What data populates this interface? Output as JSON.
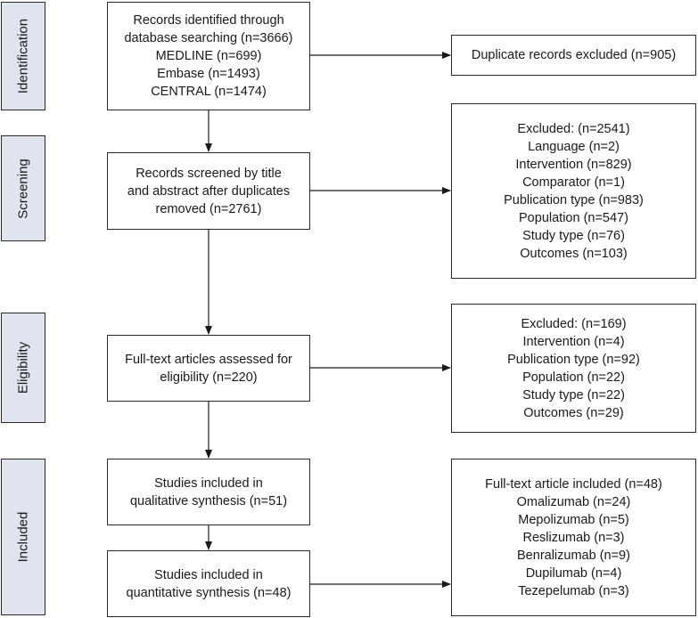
{
  "phases": {
    "identification": "Identification",
    "screening": "Screening",
    "eligibility": "Eligibility",
    "included": "Included"
  },
  "boxes": {
    "identified": [
      "Records identified through",
      "database searching (n=3666)",
      "MEDLINE (n=699)",
      "Embase (n=1493)",
      "CENTRAL (n=1474)"
    ],
    "duplicates": [
      "Duplicate records excluded (n=905)"
    ],
    "screened": [
      "Records screened by title",
      "and abstract after duplicates",
      "removed (n=2761)"
    ],
    "excluded_screen": [
      "Excluded: (n=2541)",
      "Language (n=2)",
      "Intervention (n=829)",
      "Comparator (n=1)",
      "Publication type (n=983)",
      "Population (n=547)",
      "Study type (n=76)",
      "Outcomes (n=103)"
    ],
    "fulltext": [
      "Full-text articles assessed for",
      "eligibility (n=220)"
    ],
    "excluded_full": [
      "Excluded: (n=169)",
      "Intervention (n=4)",
      "Publication type (n=92)",
      "Population (n=22)",
      "Study type (n=22)",
      "Outcomes (n=29)"
    ],
    "qualitative": [
      "Studies included in",
      "qualitative synthesis (n=51)"
    ],
    "quantitative": [
      "Studies included in",
      "quantitative synthesis (n=48)"
    ],
    "included_list": [
      "Full-text article included (n=48)",
      "Omalizumab (n=24)",
      "Mepolizumab (n=5)",
      "Reslizumab (n=3)",
      "Benralizumab (n=9)",
      "Dupilumab (n=4)",
      "Tezepelumab (n=3)"
    ]
  }
}
